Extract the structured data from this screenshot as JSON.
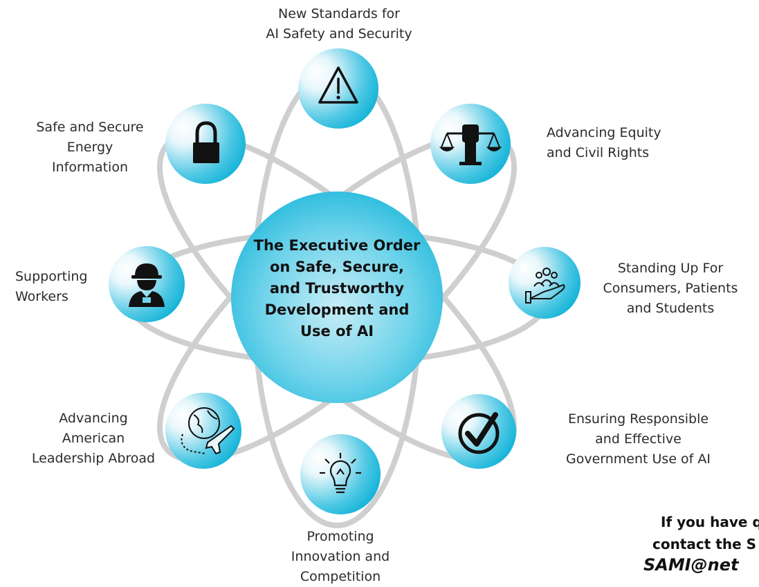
{
  "center": {
    "lines": [
      "The Executive Order",
      "on Safe, Secure,",
      "and Trustworthy",
      "Development and",
      "Use of AI"
    ]
  },
  "nodes": {
    "ai_safety": {
      "icon": "warning-icon",
      "lines": [
        "New Standards for",
        "AI Safety and Security"
      ]
    },
    "equity": {
      "icon": "justice-scales-fist-icon",
      "lines": [
        "Advancing Equity",
        "and Civil Rights"
      ]
    },
    "consumers": {
      "icon": "people-in-hand-icon",
      "lines": [
        "Standing Up For",
        "Consumers, Patients",
        "and Students"
      ]
    },
    "government": {
      "icon": "checkmark-icon",
      "lines": [
        "Ensuring Responsible",
        "and Effective",
        "Government Use of AI"
      ]
    },
    "innovation": {
      "icon": "lightbulb-icon",
      "lines": [
        "Promoting",
        "Innovation and",
        "Competition"
      ]
    },
    "leadership": {
      "icon": "globe-airplane-icon",
      "lines": [
        "Advancing",
        "American",
        "Leadership Abroad"
      ]
    },
    "workers": {
      "icon": "construction-worker-icon",
      "lines": [
        "Supporting",
        "Workers"
      ]
    },
    "energy": {
      "icon": "padlock-icon",
      "lines": [
        "Safe and Secure",
        "Energy",
        "Information"
      ]
    }
  },
  "contact": {
    "line1": "If you have q",
    "line2": "contact the S",
    "line3": "SAMI@net"
  },
  "colors": {
    "circle_light": "#e8f7fb",
    "circle_dark": "#0bb0d6",
    "orbit": "#cfcfcf",
    "icon": "#111111"
  }
}
